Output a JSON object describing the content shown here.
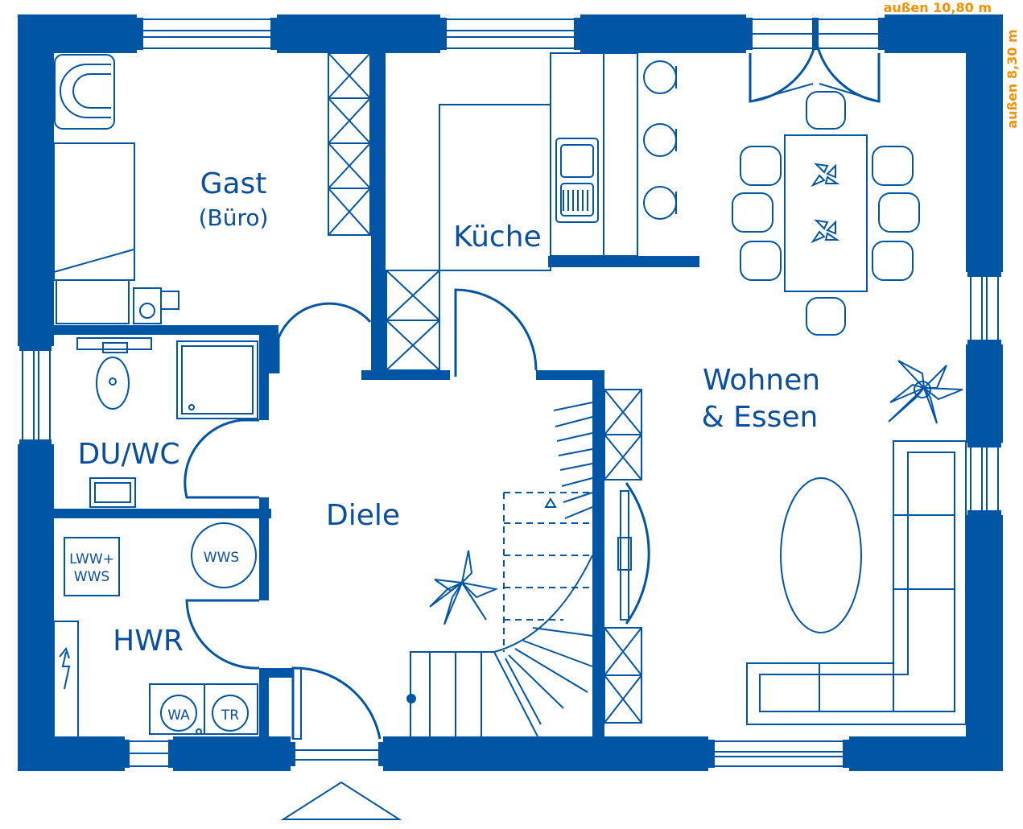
{
  "dimensions": {
    "width_label": "außen 10,80 m",
    "depth_label": "außen 8,30 m"
  },
  "rooms": {
    "gast": "Gast",
    "gast_sub": "(Büro)",
    "kueche": "Küche",
    "wohnen_line1": "Wohnen",
    "wohnen_line2": "& Essen",
    "diele": "Diele",
    "duwc": "DU/WC",
    "hwr": "HWR"
  },
  "fixtures": {
    "lww_line1": "LWW+",
    "lww_line2": "WWS",
    "wws": "WWS",
    "wa": "WA",
    "tr": "TR"
  },
  "colors": {
    "wall": "#0055a5",
    "text": "#0a4f9e",
    "dimension": "#f39200"
  }
}
